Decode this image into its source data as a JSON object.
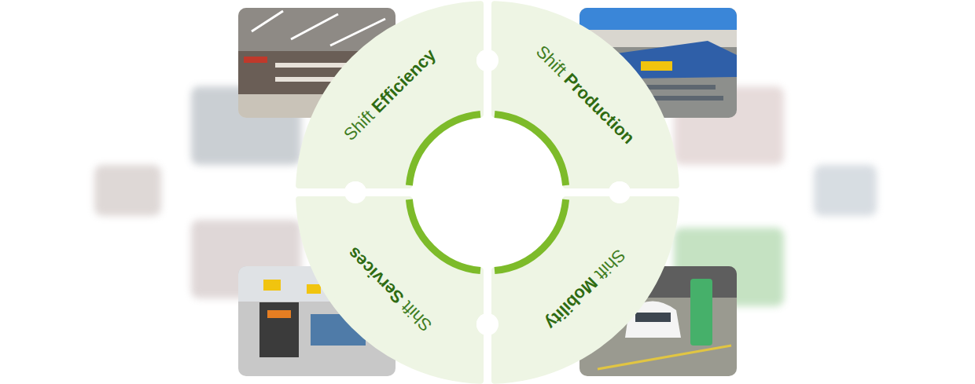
{
  "diagram": {
    "nodes": [
      {
        "text": [
          "Shift",
          "Efficiency"
        ]
      },
      {
        "text": [
          "Shift",
          "Production"
        ]
      },
      {
        "text": [
          "Shift",
          "Services"
        ]
      },
      {
        "text": [
          "Shift",
          "Mobility"
        ]
      }
    ]
  }
}
